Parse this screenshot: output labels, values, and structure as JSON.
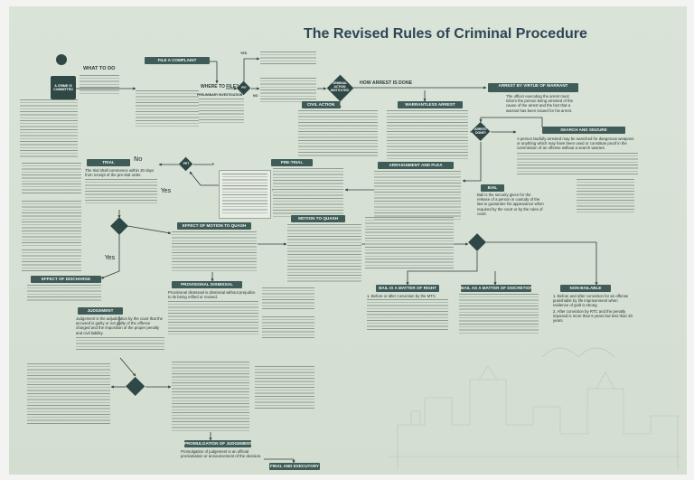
{
  "title": "The Revised Rules of Criminal Procedure",
  "nodes": {
    "crime": "A CRIME IS COMMITTED",
    "what_to_do": "WHAT TO DO",
    "file_complaint": "FILE A COMPLAINT",
    "where_to_file": "WHERE TO FILE?",
    "prelim": "PRELIMINARY INVESTIGATION",
    "pi": "PI?",
    "criminal_action": "CRIMINAL ACTION INSTITUTED",
    "how_arrest": "HOW ARREST IS DONE",
    "arrest_warrant": "ARREST BY VIRTUE OF WARRANT",
    "civil_action": "CIVIL ACTION",
    "warrantless": "WARRANTLESS ARREST",
    "arrest_done": "ARREST DONE?",
    "search_seizure": "SEARCH AND SEIZURE",
    "trial": "TRIAL",
    "pet": "PET",
    "pre_trial": "PRE-TRIAL",
    "arraignment": "ARRAIGNMENT AND PLEA",
    "bail": "BAIL",
    "effect_quash": "EFFECT OF MOTION TO QUASH",
    "motion_quash": "MOTION TO QUASH",
    "effect_discharge": "EFFECT OF DISCHARGE",
    "provisional": "PROVISIONAL DISMISSAL",
    "bail_right": "BAIL IS A MATTER OF RIGHT",
    "bail_discretion": "BAIL AS A MATTER OF DISCRETION",
    "non_bailable": "NON-BAILABLE",
    "judgement": "JUDGEMENT",
    "promulgation": "PROMULGATION OF JUDGEMENT",
    "final": "FINAL AND EXECUTORY"
  },
  "labels": {
    "yes_top": "YES",
    "no_pi": "NO",
    "no_trial": "No",
    "yes_trial": "Yes",
    "yes_left": "Yes"
  },
  "texts": {
    "warrant": "The officer executing the arrest must inform the person being arrested of the cause of the arrest and the fact that a warrant has been issued for his arrest.",
    "search": "A person lawfully arrested may be searched for dangerous weapons or anything which may have been used or constitute proof in the commission of an offense without a search warrant.",
    "trial": "The trial shall commence within 30 days from receipt of the pre-trial order.",
    "bail": "Bail is the security given for the release of a person in custody of the law to guarantee his appearance when required by the court or by the rules of court.",
    "judgement": "Judgement is the adjudication by the court that the accused is guilty or not guilty of the offense charged and the imposition of the proper penalty and civil liability.",
    "provisional": "Provisional dismissal is dismissal without prejudice to its being refiled or revived.",
    "promulgation": "Promulgation of judgement is an official proclamation or announcement of the decision.",
    "bail_right": [
      "1. Before or after conviction by the MTC."
    ],
    "non_bailable": [
      "1. Before and after conviction for an offense punishable by life imprisonment when evidence of guilt is strong.",
      "2. After conviction by RTC and the penalty imposed is more than 6 years but less than 20 years."
    ]
  },
  "colors": {
    "poster": "#d6e1d4",
    "header": "#3f5c58",
    "diamond": "#2f4845",
    "title": "#2e4654"
  }
}
